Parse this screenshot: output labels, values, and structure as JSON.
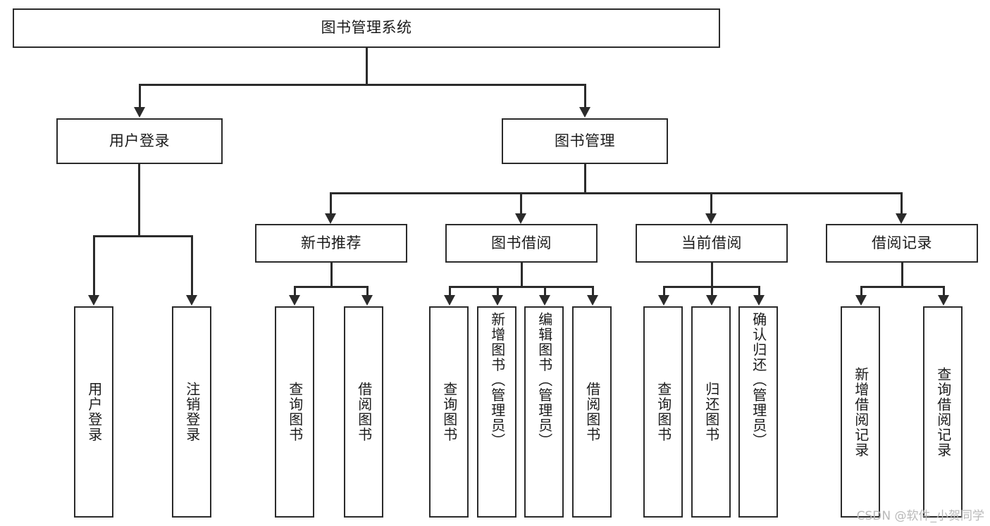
{
  "diagram": {
    "type": "tree-hierarchy",
    "title": "图书管理系统",
    "root": {
      "label": "图书管理系统"
    },
    "level2": [
      {
        "id": "user-login",
        "label": "用户登录"
      },
      {
        "id": "book-management",
        "label": "图书管理"
      }
    ],
    "level3": [
      {
        "id": "new-book-recommend",
        "label": "新书推荐",
        "parent": "book-management"
      },
      {
        "id": "book-borrow",
        "label": "图书借阅",
        "parent": "book-management"
      },
      {
        "id": "current-borrow",
        "label": "当前借阅",
        "parent": "book-management"
      },
      {
        "id": "borrow-record",
        "label": "借阅记录",
        "parent": "book-management"
      }
    ],
    "leaves": {
      "user-login": [
        {
          "id": "leaf-user-login",
          "label": "用户登录"
        },
        {
          "id": "leaf-logout-login",
          "label": "注销登录"
        }
      ],
      "new-book-recommend": [
        {
          "id": "leaf-query-book-1",
          "label": "查询图书"
        },
        {
          "id": "leaf-borrow-book-1",
          "label": "借阅图书"
        }
      ],
      "book-borrow": [
        {
          "id": "leaf-query-book-2",
          "label": "查询图书"
        },
        {
          "id": "leaf-add-book-admin",
          "label": "新增图书（管理员）"
        },
        {
          "id": "leaf-edit-book-admin",
          "label": "编辑图书（管理员）"
        },
        {
          "id": "leaf-borrow-book-2",
          "label": "借阅图书"
        }
      ],
      "current-borrow": [
        {
          "id": "leaf-query-book-3",
          "label": "查询图书"
        },
        {
          "id": "leaf-return-book",
          "label": "归还图书"
        },
        {
          "id": "leaf-confirm-return-admin",
          "label": "确认归还（管理员）"
        }
      ],
      "borrow-record": [
        {
          "id": "leaf-add-borrow-record",
          "label": "新增借阅记录"
        },
        {
          "id": "leaf-query-borrow-record",
          "label": "查询借阅记录"
        }
      ]
    }
  },
  "watermark": {
    "text": "CSDN @软件_小贺同学"
  },
  "colors": {
    "stroke": "#2b2b2b",
    "background": "#ffffff",
    "text": "#1b1b1b",
    "watermark": "#b9b9b9"
  }
}
